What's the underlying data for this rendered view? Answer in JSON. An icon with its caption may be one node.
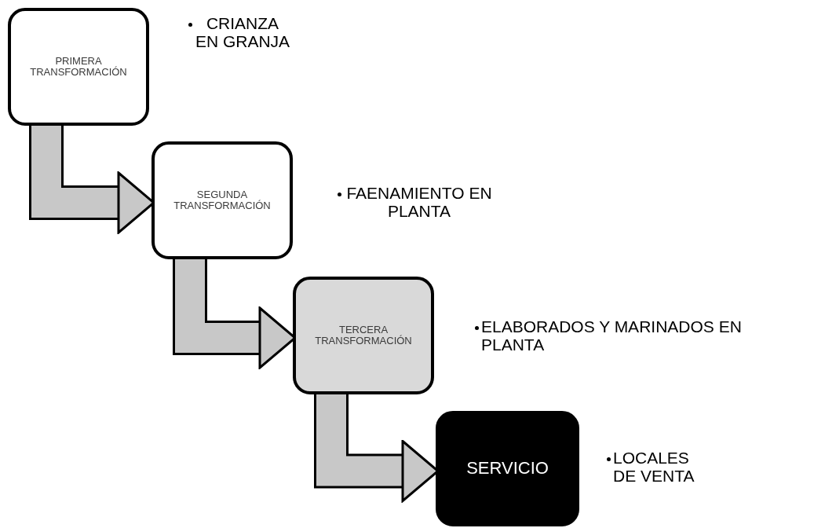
{
  "diagram": {
    "nodes": [
      {
        "text": [
          "PRIMERA TRANSFORMACIÓN"
        ],
        "beside": [
          "CRIANZA EN GRANJA"
        ]
      },
      {
        "text": [
          "SEGUNDA TRANSFORMACIÓN"
        ],
        "beside": [
          "FAENAMIENTO EN PLANTA"
        ]
      },
      {
        "text": [
          "TERCERA TRANSFORMACIÓN"
        ],
        "beside": [
          "ELABORADOS Y MARINADOS EN PLANTA"
        ]
      },
      {
        "text": [
          "SERVICIO"
        ],
        "beside": [
          "LOCALES DE VENTA"
        ]
      }
    ],
    "edges": [
      {
        "from": 0,
        "to": 1,
        "arrow": "to"
      },
      {
        "from": 1,
        "to": 2,
        "arrow": "to"
      },
      {
        "from": 2,
        "to": 3,
        "arrow": "to"
      }
    ]
  }
}
